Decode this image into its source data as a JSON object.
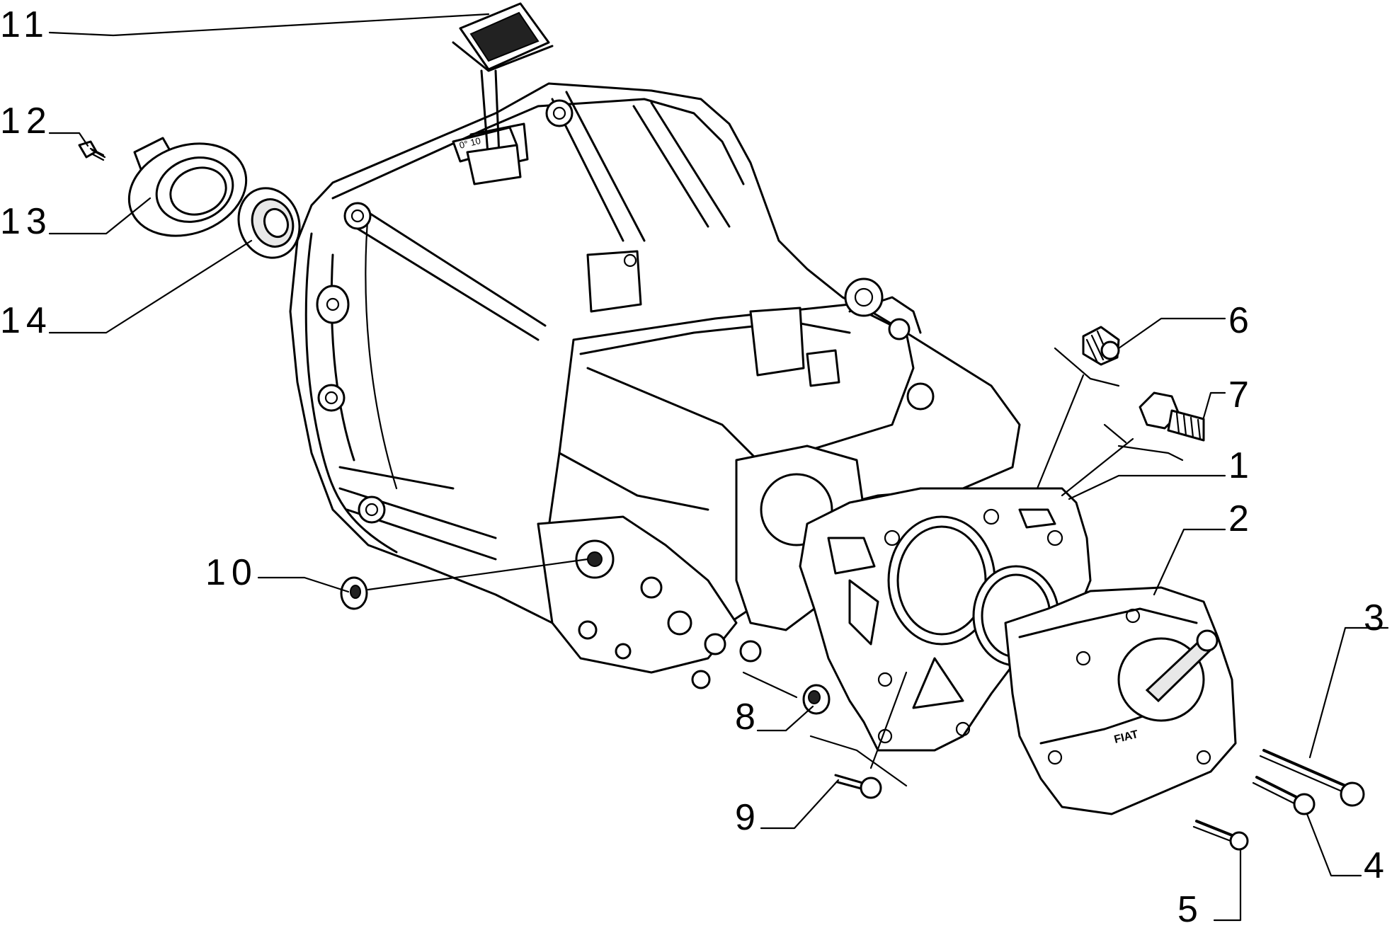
{
  "callouts": [
    {
      "id": "1",
      "text": "1"
    },
    {
      "id": "2",
      "text": "2"
    },
    {
      "id": "3",
      "text": "3"
    },
    {
      "id": "4",
      "text": "4"
    },
    {
      "id": "5",
      "text": "5"
    },
    {
      "id": "6",
      "text": "6"
    },
    {
      "id": "7",
      "text": "7"
    },
    {
      "id": "8",
      "text": "8"
    },
    {
      "id": "9",
      "text": "9"
    },
    {
      "id": "10",
      "text": "10"
    },
    {
      "id": "11",
      "text": "11"
    },
    {
      "id": "12",
      "text": "12"
    },
    {
      "id": "13",
      "text": "13"
    },
    {
      "id": "14",
      "text": "14"
    }
  ],
  "housing_mark": "0°  10",
  "cover_logo": "FIAT",
  "colors": {
    "ink": "#000000",
    "paper": "#ffffff"
  }
}
